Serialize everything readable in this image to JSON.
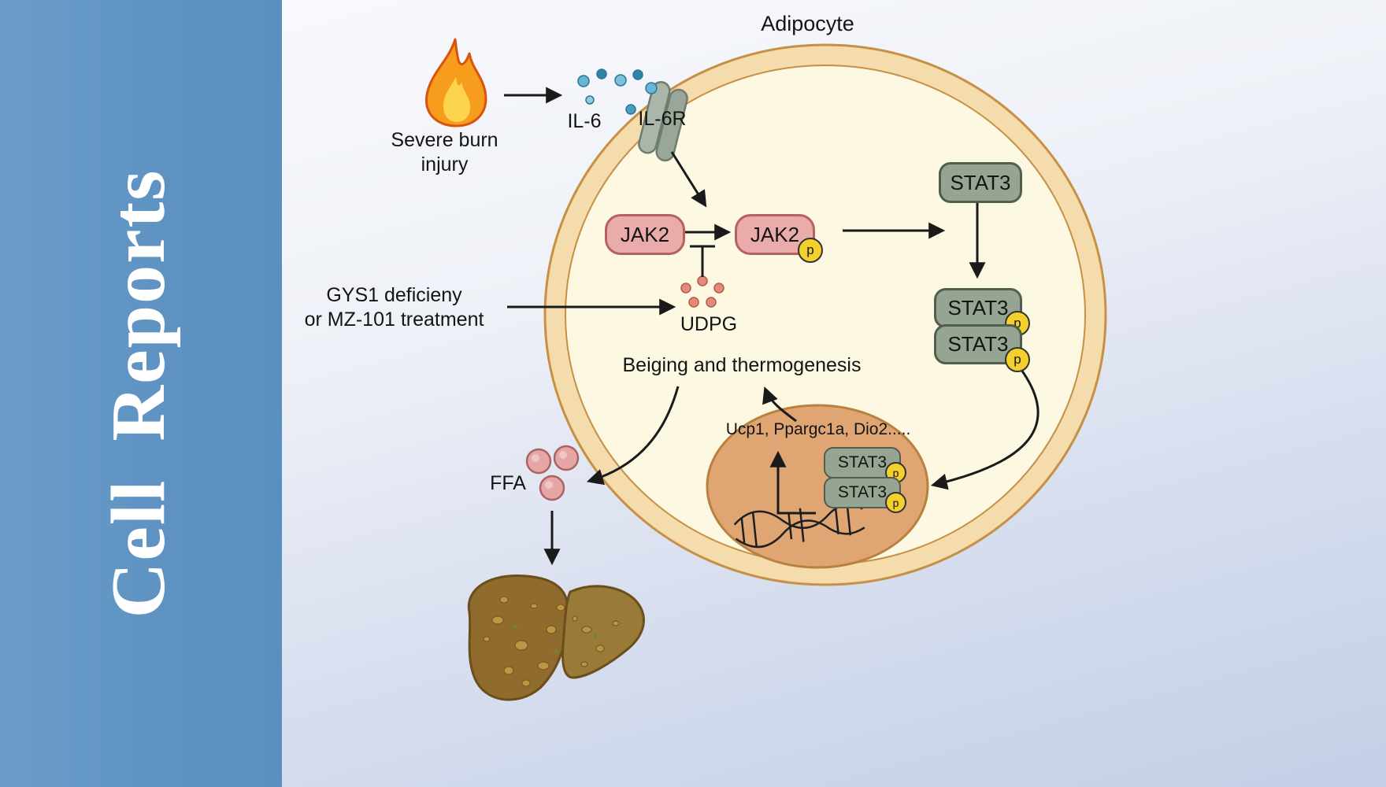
{
  "sidebar": {
    "journal_word1": "Cell",
    "journal_word2": "Reports"
  },
  "diagram": {
    "cell_title": "Adipocyte",
    "burn": {
      "line1": "Severe burn",
      "line2": "injury"
    },
    "il6_label": "IL-6",
    "il6r_label": "IL-6R",
    "jak2_label": "JAK2",
    "stat3_label": "STAT3",
    "phospho_label": "p",
    "gys1": {
      "line1": "GYS1 deficieny",
      "line2": "or MZ-101 treatment"
    },
    "udpg_label": "UDPG",
    "beiging_label": "Beiging and thermogenesis",
    "genes_label": "Ucp1, Ppargc1a, Dio2.....",
    "ffa_label": "FFA",
    "colors": {
      "sidebar_blue": "#5d92c2",
      "cell_fill": "#fdf8e2",
      "membrane_fill": "#f5dcad",
      "membrane_border": "#c79044",
      "jak2_fill": "#eaabab",
      "jak2_border": "#b4625e",
      "stat3_fill": "#96a492",
      "stat3_border": "#505e4e",
      "phospho_yellow": "#f3d02c",
      "nucleus_fill": "#dfa673",
      "il6_dot_blue": "#6ab5d6",
      "udpg_dot_red": "#e18b7d",
      "ffa_dot_pink": "#e6a6a6",
      "liver_brown": "#8f6c2e",
      "flame_orange": "#f79d1d",
      "flame_yellow": "#fdd44e",
      "arrow_black": "#1a1a1a"
    }
  }
}
